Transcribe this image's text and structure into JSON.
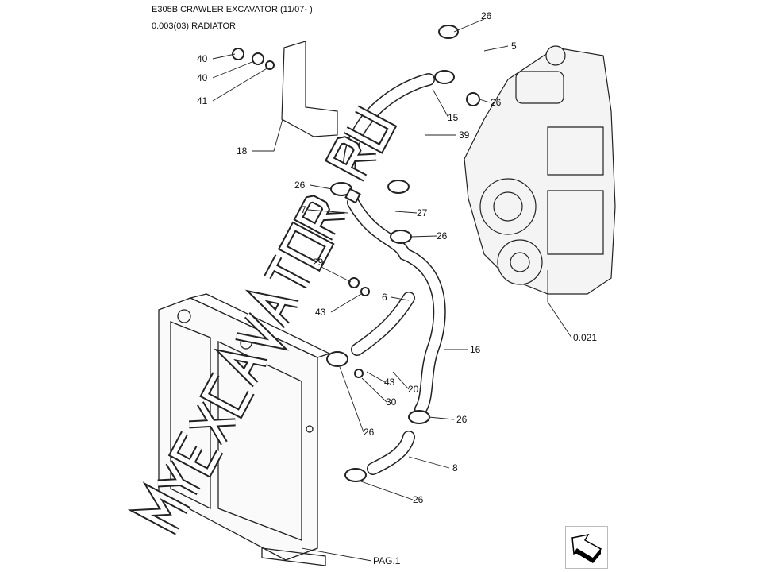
{
  "header": {
    "model": "E305B CRAWLER EXCAVATOR (11/07- )",
    "section": "0.003(03) RADIATOR"
  },
  "watermark": "MYEXCAVATOR.RU",
  "callouts": [
    {
      "id": "c1",
      "text": "26"
    },
    {
      "id": "c2",
      "text": "5"
    },
    {
      "id": "c3",
      "text": "40"
    },
    {
      "id": "c4",
      "text": "40"
    },
    {
      "id": "c5",
      "text": "41"
    },
    {
      "id": "c6",
      "text": "26"
    },
    {
      "id": "c7",
      "text": "15"
    },
    {
      "id": "c8",
      "text": "39"
    },
    {
      "id": "c9",
      "text": "18"
    },
    {
      "id": "c10",
      "text": "26"
    },
    {
      "id": "c11",
      "text": "7"
    },
    {
      "id": "c12",
      "text": "27"
    },
    {
      "id": "c13",
      "text": "26"
    },
    {
      "id": "c14",
      "text": "29"
    },
    {
      "id": "c15",
      "text": "6"
    },
    {
      "id": "c16",
      "text": "43"
    },
    {
      "id": "c17",
      "text": "16"
    },
    {
      "id": "c18",
      "text": "43"
    },
    {
      "id": "c19",
      "text": "20"
    },
    {
      "id": "c20",
      "text": "30"
    },
    {
      "id": "c21",
      "text": "26"
    },
    {
      "id": "c22",
      "text": "26"
    },
    {
      "id": "c23",
      "text": "8"
    },
    {
      "id": "c24",
      "text": "26"
    },
    {
      "id": "c25",
      "text": "0.021"
    },
    {
      "id": "c26",
      "text": "PAG.1"
    }
  ],
  "nav_icon": "return-arrow-icon"
}
